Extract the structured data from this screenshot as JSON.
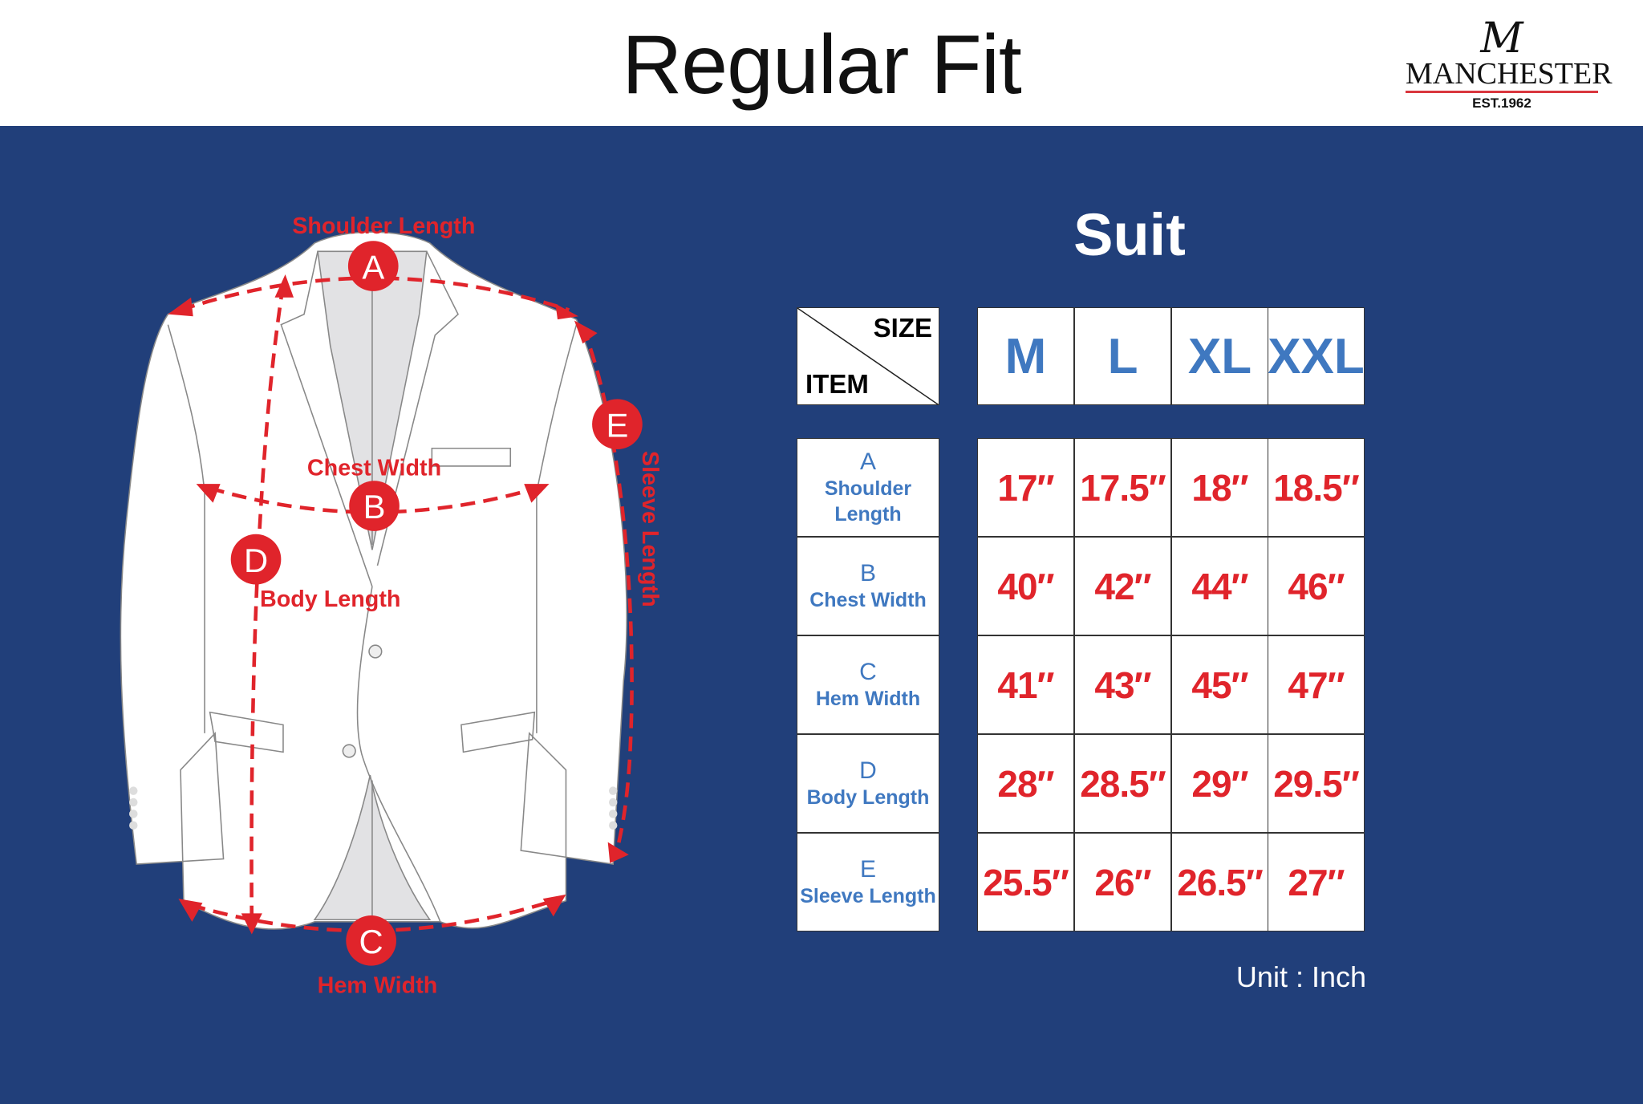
{
  "title": "Regular Fit",
  "logo": {
    "monogram": "M",
    "name": "MANCHESTER",
    "est": "EST.1962"
  },
  "diagram": {
    "labels": {
      "A": "Shoulder Length",
      "B": "Chest Width",
      "C": "Hem Width",
      "D": "Body Length",
      "E": "Sleeve Length"
    },
    "markers": [
      "A",
      "B",
      "C",
      "D",
      "E"
    ]
  },
  "table": {
    "title": "Suit",
    "corner_size": "SIZE",
    "corner_item": "ITEM",
    "sizes": [
      "M",
      "L",
      "XL",
      "XXL"
    ],
    "rows": [
      {
        "letter": "A",
        "name": "Shoulder Length",
        "values": [
          "17″",
          "17.5″",
          "18″",
          "18.5″"
        ]
      },
      {
        "letter": "B",
        "name": "Chest Width",
        "values": [
          "40″",
          "42″",
          "44″",
          "46″"
        ]
      },
      {
        "letter": "C",
        "name": "Hem Width",
        "values": [
          "41″",
          "43″",
          "45″",
          "47″"
        ]
      },
      {
        "letter": "D",
        "name": "Body Length",
        "values": [
          "28″",
          "28.5″",
          "29″",
          "29.5″"
        ]
      },
      {
        "letter": "E",
        "name": "Sleeve Length",
        "values": [
          "25.5″",
          "26″",
          "26.5″",
          "27″"
        ]
      }
    ],
    "unit": "Unit : Inch"
  },
  "colors": {
    "background": "#213f7a",
    "accent_red": "#e0242b",
    "size_blue": "#3f78c0"
  }
}
